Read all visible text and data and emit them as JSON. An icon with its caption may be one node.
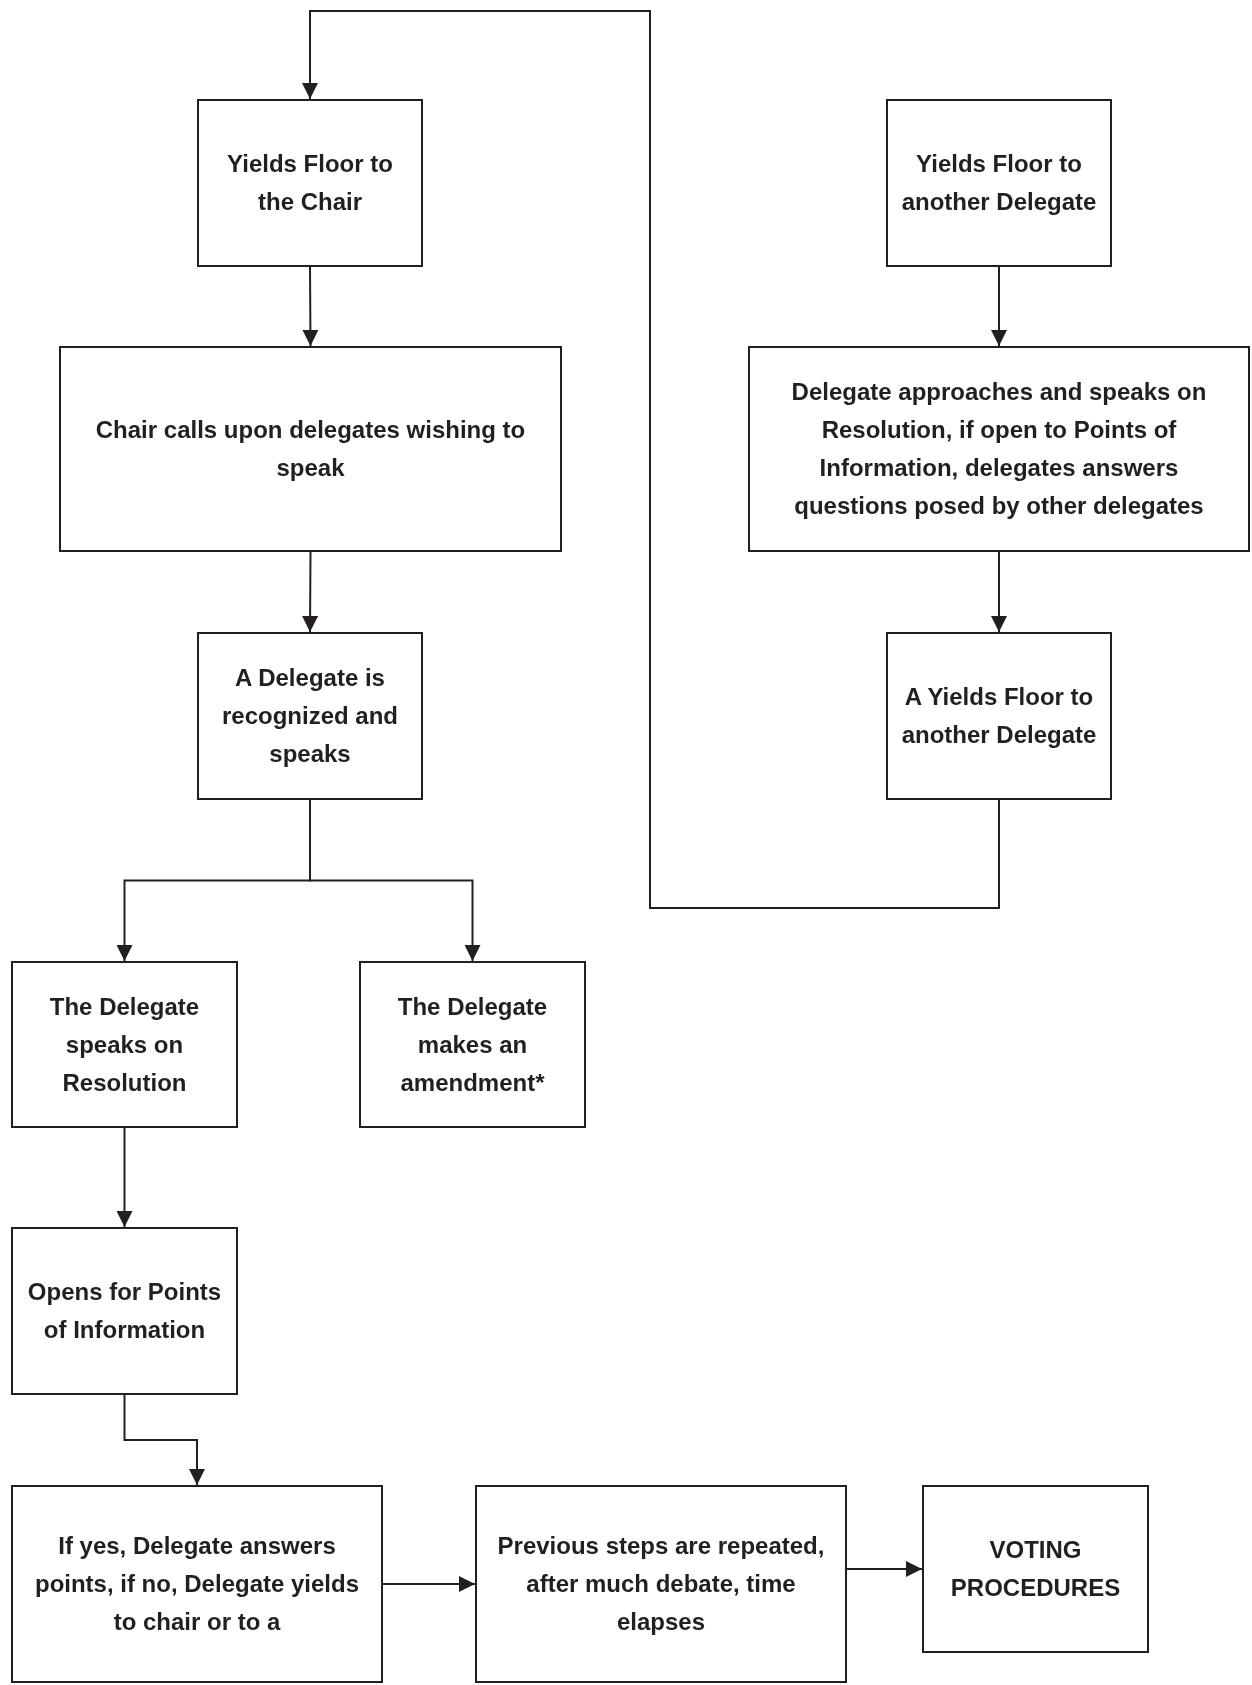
{
  "diagram": {
    "nodes": [
      {
        "text": [
          "Yields Floor to the Chair"
        ]
      },
      {
        "text": [
          "Chair calls upon delegates wishing to speak"
        ]
      },
      {
        "text": [
          "A Delegate is recognized and speaks"
        ]
      },
      {
        "text": [
          "The Delegate speaks on Resolution"
        ]
      },
      {
        "text": [
          "The Delegate makes an amendment*"
        ]
      },
      {
        "text": [
          "Opens for Points of Information"
        ]
      },
      {
        "text": [
          "If yes, Delegate answers points, if no, Delegate yields to chair or to a"
        ]
      },
      {
        "text": [
          "Previous steps are repeated, after much debate, time elapses"
        ]
      },
      {
        "text": [
          "VOTING PROCEDURES"
        ]
      },
      {
        "text": [
          "Yields Floor to another Delegate"
        ]
      },
      {
        "text": [
          "Delegate approaches and speaks on Resolution, if open to Points of Information, delegates answers questions posed by other delegates"
        ]
      },
      {
        "text": [
          "A Yields Floor to another Delegate"
        ]
      }
    ],
    "edges": [
      {
        "from": 0,
        "to": 1,
        "arrow": "to"
      },
      {
        "from": 1,
        "to": 2,
        "arrow": "to"
      },
      {
        "from": 2,
        "to": 3,
        "arrow": "to"
      },
      {
        "from": 2,
        "to": 4,
        "arrow": "to"
      },
      {
        "from": 3,
        "to": 5,
        "arrow": "to"
      },
      {
        "from": 5,
        "to": 6,
        "arrow": "to"
      },
      {
        "from": 6,
        "to": 7,
        "arrow": "to"
      },
      {
        "from": 7,
        "to": 8,
        "arrow": "to"
      },
      {
        "from": 9,
        "to": 10,
        "arrow": "to"
      },
      {
        "from": 10,
        "to": 11,
        "arrow": "to"
      },
      {
        "from": 11,
        "to": 0,
        "arrow": "to"
      }
    ]
  }
}
